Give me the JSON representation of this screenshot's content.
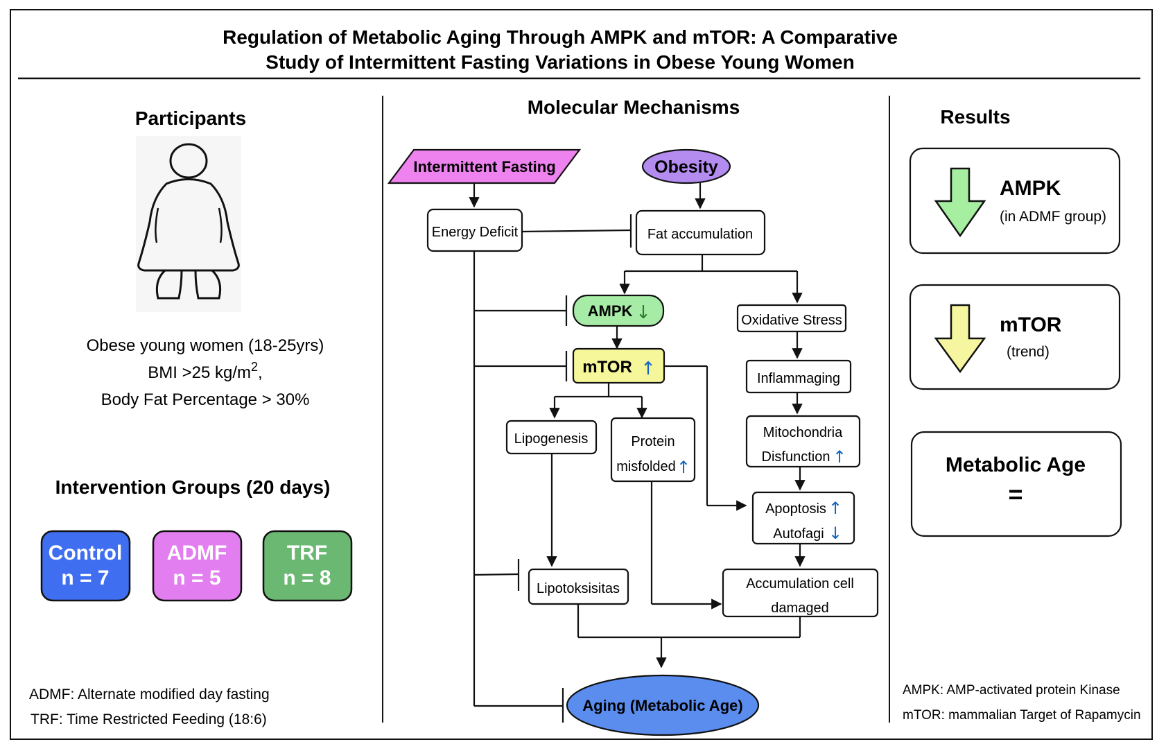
{
  "title": {
    "line1": "Regulation of Metabolic Aging Through AMPK and mTOR: A Comparative",
    "line2": "Study of Intermittent Fasting Variations in Obese Young Women"
  },
  "participants": {
    "heading": "Participants",
    "icon": "obese-woman-icon",
    "line1": "Obese young women (18-25yrs)",
    "line2_main": "BMI >25 kg/m",
    "line2_sup": "2",
    "line2_tail": ",",
    "line3": "Body Fat Percentage > 30%"
  },
  "intervention": {
    "heading": "Intervention Groups (20 days)",
    "groups": [
      {
        "name": "Control",
        "n": "n = 7",
        "color": "#3f6ff0"
      },
      {
        "name": "ADMF",
        "n": "n = 5",
        "color": "#e27ef0"
      },
      {
        "name": "TRF",
        "n": "n = 8",
        "color": "#6bb872"
      }
    ]
  },
  "abbreviations_left": {
    "admf": "ADMF: Alternate modified day fasting",
    "trf": "TRF: Time Restricted Feeding (18:6)"
  },
  "mechanisms": {
    "heading": "Molecular Mechanisms",
    "nodes": {
      "intermittent_fasting": "Intermittent Fasting",
      "obesity": "Obesity",
      "energy_deficit": "Energy Deficit",
      "fat_accumulation": "Fat accumulation",
      "ampk": "AMPK",
      "ampk_arrow": "↓",
      "mtor": "mTOR",
      "mtor_arrow": "↑",
      "oxidative_stress": "Oxidative Stress",
      "inflammaging": "Inflammaging",
      "lipogenesis": "Lipogenesis",
      "protein_line1": "Protein",
      "protein_line2": "misfolded",
      "protein_arrow": "↑",
      "mito_line1": "Mitochondria",
      "mito_line2": "Disfunction",
      "mito_arrow": "↑",
      "apoptosis": "Apoptosis",
      "apoptosis_arrow": "↑",
      "autofagi": "Autofagi",
      "autofagi_arrow": "↓",
      "lipotoksisitas": "Lipotoksisitas",
      "acc_line1": "Accumulation cell",
      "acc_line2": "damaged",
      "aging": "Aging (Metabolic Age)"
    },
    "colors": {
      "intermittent_fasting": "#ee82ee",
      "obesity": "#b48cf0",
      "ampk": "#a6eca6",
      "mtor": "#f6f69a",
      "aging": "#5b8def"
    }
  },
  "results": {
    "heading": "Results",
    "ampk": {
      "label": "AMPK",
      "sub": "(in ADMF group)",
      "icon": "down-arrow-icon",
      "color": "#a6eea0"
    },
    "mtor": {
      "label": "mTOR",
      "sub": "(trend)",
      "icon": "down-arrow-icon",
      "color": "#f6f6a0"
    },
    "metabolic_age": {
      "label": "Metabolic Age",
      "symbol": "="
    }
  },
  "abbreviations_right": {
    "ampk": "AMPK: AMP-activated protein Kinase",
    "mtor": "mTOR: mammalian Target of Rapamycin"
  }
}
